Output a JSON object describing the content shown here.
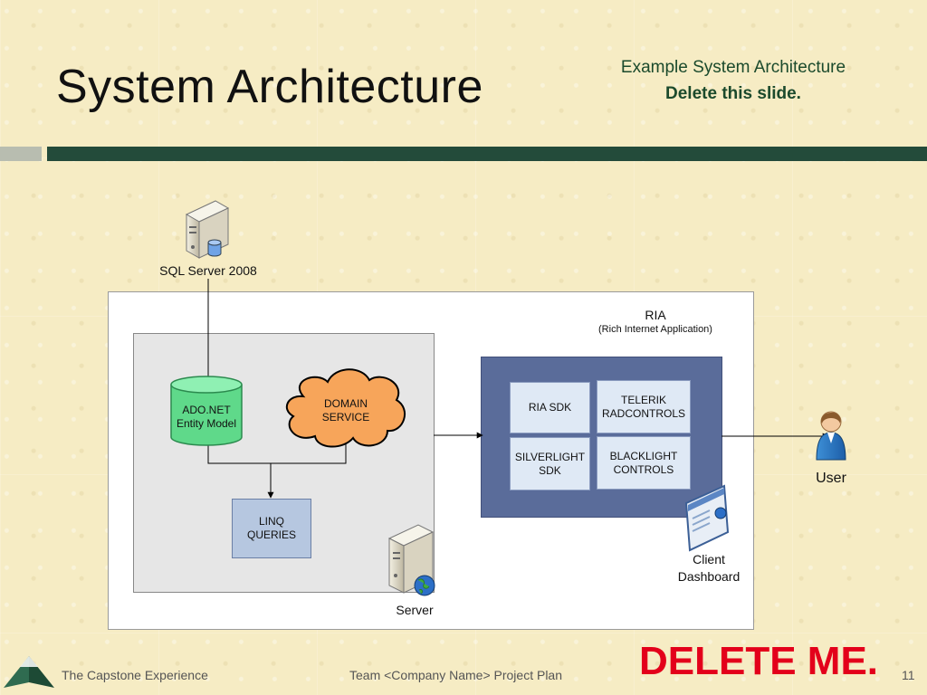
{
  "slide": {
    "title": "System Architecture",
    "note_line1": "Example System Architecture",
    "note_line2": "Delete this slide.",
    "delete_banner": "DELETE ME.",
    "page_number": "11"
  },
  "footer": {
    "left": "The Capstone Experience",
    "center": "Team <Company Name> Project Plan"
  },
  "diagram": {
    "sql_server_label": "SQL Server 2008",
    "ria_title": "RIA",
    "ria_subtitle": "(Rich Internet Application)",
    "adonet_line1": "ADO.NET",
    "adonet_line2": "Entity Model",
    "domain_line1": "DOMAIN",
    "domain_line2": "SERVICE",
    "linq_line1": "LINQ",
    "linq_line2": "QUERIES",
    "server_label": "Server",
    "ria_sdk": "RIA SDK",
    "telerik_line1": "TELERIK",
    "telerik_line2": "RADCONTROLS",
    "silverlight_line1": "SILVERLIGHT",
    "silverlight_line2": "SDK",
    "blacklight_line1": "BLACKLIGHT",
    "blacklight_line2": "CONTROLS",
    "user_label": "User",
    "client_line1": "Client",
    "client_line2": "Dashboard"
  },
  "colors": {
    "header_bar": "#234b3a",
    "note_text": "#1b4a2c",
    "delete_text": "#e3001b",
    "ado_fill": "#5fd98a",
    "domain_fill": "#f7a55a",
    "ria_panel": "#5a6c9a"
  }
}
